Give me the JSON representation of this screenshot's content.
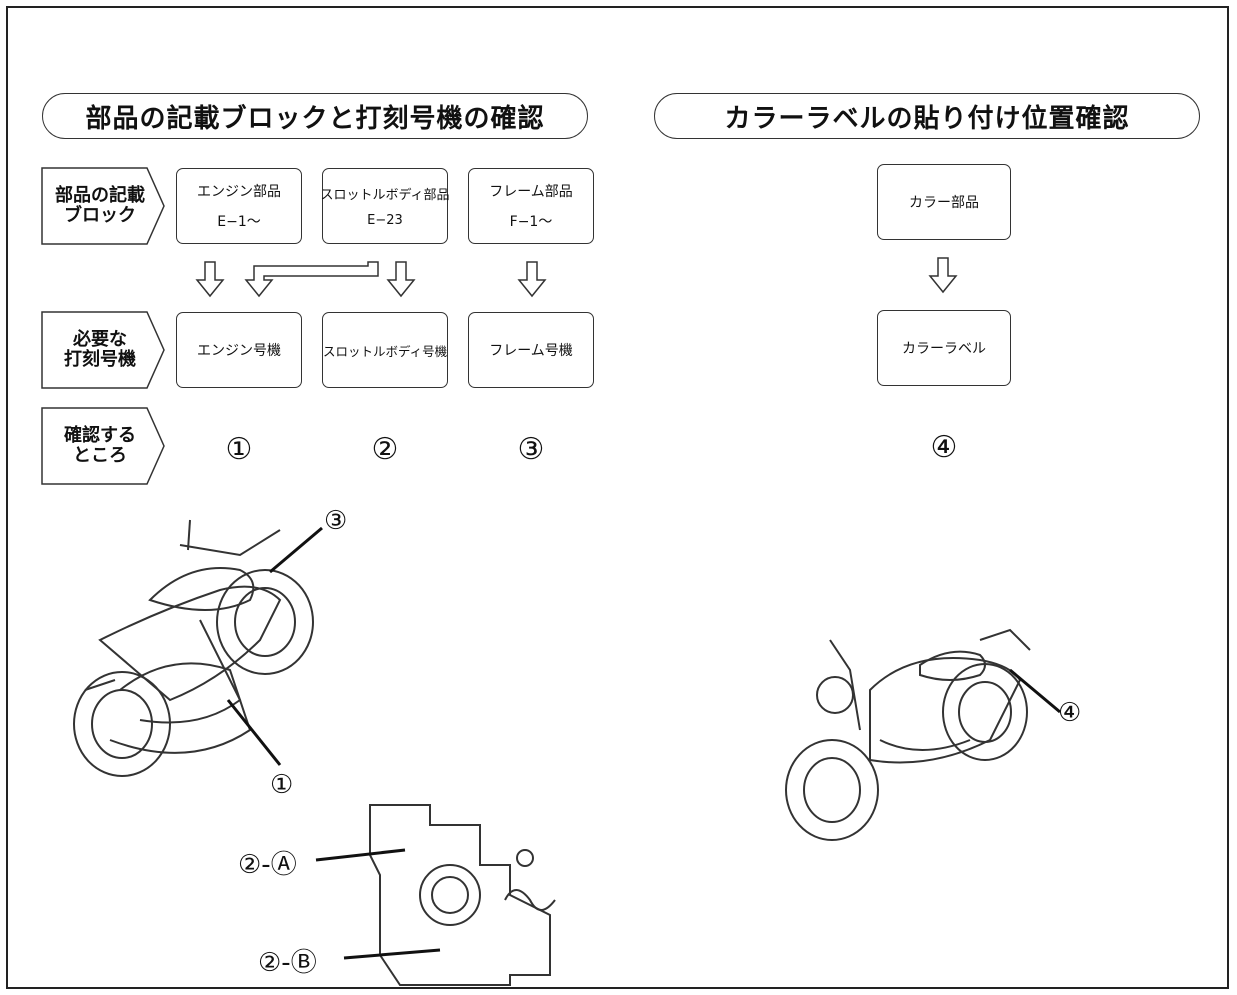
{
  "left_title": "部品の記載ブロックと打刻号機の確認",
  "right_title": "カラーラベルの貼り付け位置確認",
  "row_labels": {
    "parts_block": [
      "部品の記載",
      "ブロック"
    ],
    "stamp_number": [
      "必要な",
      "打刻号機"
    ],
    "check_points": [
      "確認する",
      "ところ"
    ]
  },
  "part_boxes": [
    {
      "name": "エンジン部品",
      "code": "E−1～"
    },
    {
      "name": "スロットルボディ部品",
      "code": "E−23"
    },
    {
      "name": "フレーム部品",
      "code": "F−1～"
    }
  ],
  "stamp_boxes": [
    "エンジン号機",
    "スロットルボディ号機",
    "フレーム号機"
  ],
  "check_numbers": [
    "①",
    "②",
    "③"
  ],
  "color_box": "カラー部品",
  "color_label_box": "カラーラベル",
  "color_number": "④",
  "callouts": {
    "frame_mark": "③",
    "engine_mark": "①",
    "throttle_a": "②-Ⓐ",
    "throttle_b": "②-Ⓑ",
    "color_mark": "④"
  },
  "icons": [
    "down-arrow-icon",
    "bent-arrow-icon",
    "motorcycle-illustration",
    "throttle-body-illustration"
  ]
}
